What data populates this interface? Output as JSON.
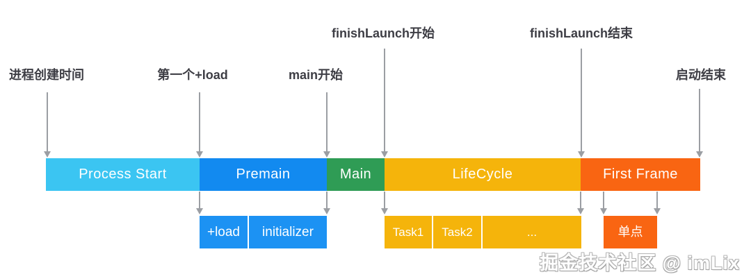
{
  "markers": {
    "process_created": "进程创建时间",
    "first_load": "第一个+load",
    "main_start": "main开始",
    "finish_launch_start": "finishLaunch开始",
    "finish_launch_end": "finishLaunch结束",
    "launch_end": "启动结束"
  },
  "timeline": {
    "segments": [
      {
        "label": "Process Start",
        "color": "#3BC5F2"
      },
      {
        "label": "Premain",
        "color": "#128AF0"
      },
      {
        "label": "Main",
        "color": "#2F9C55"
      },
      {
        "label": "LifeCycle",
        "color": "#F5B40B"
      },
      {
        "label": "First Frame",
        "color": "#F96512"
      }
    ]
  },
  "premain_detail": {
    "segments": [
      {
        "label": "+load",
        "color": "#1C92F3"
      },
      {
        "label": "initializer",
        "color": "#1C92F3"
      }
    ]
  },
  "lifecycle_detail": {
    "segments": [
      {
        "label": "Task1",
        "color": "#F5B40B"
      },
      {
        "label": "Task2",
        "color": "#F5B40B"
      },
      {
        "label": "...",
        "color": "#F5B40B"
      }
    ]
  },
  "first_frame_detail": {
    "segments": [
      {
        "label": "单点",
        "color": "#F96512"
      }
    ]
  },
  "watermark": "掘金技术社区 @ imLix",
  "colors": {
    "arrow": "#9B9EA3",
    "marker_text": "#3D3D44",
    "bar_text": "#FFFFFF"
  }
}
